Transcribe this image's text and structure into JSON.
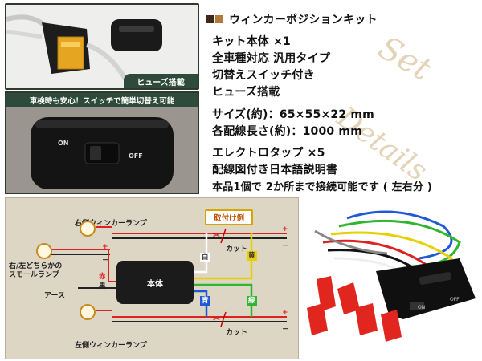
{
  "fuse_panel": {
    "badge": "ヒューズ搭載"
  },
  "switch_panel": {
    "banner": "車検時も安心！スイッチで簡単切替え可能",
    "on_label": "ON",
    "off_label": "OFF"
  },
  "specs": {
    "title": "ウィンカーポジションキット",
    "lines": [
      "キット本体 ×1",
      "全車種対応 汎用タイプ",
      "切替えスイッチ付き",
      "ヒューズ搭載",
      "サイズ(約)：65×55×22 mm",
      "各配線長さ(約)：1000 mm",
      "エレクトロタップ ×5",
      "配線図付き日本語説明書",
      "本品1個で 2か所まで接続可能です ( 左右分 )"
    ],
    "square_colors": [
      "#3b2a1a",
      "#b07a3a"
    ]
  },
  "decoration": {
    "line1": "Set",
    "line2": "Details"
  },
  "wiring": {
    "mount_tag": "取付け例",
    "right_lamp": "右側ウィンカーランプ",
    "left_lamp": "左側ウィンカーランプ",
    "small_lamp": "右/左どちらかの\nスモールランプ",
    "ground": "アース",
    "body": "本体",
    "cut_top": "カット",
    "cut_bottom": "カット",
    "wire_white": "白",
    "wire_yellow": "黄",
    "wire_red": "赤",
    "wire_black": "黒",
    "wire_blue": "青",
    "wire_green": "緑",
    "plus": "+",
    "minus": "－"
  },
  "product": {
    "on_label": "ON",
    "off_label": "OFF"
  }
}
